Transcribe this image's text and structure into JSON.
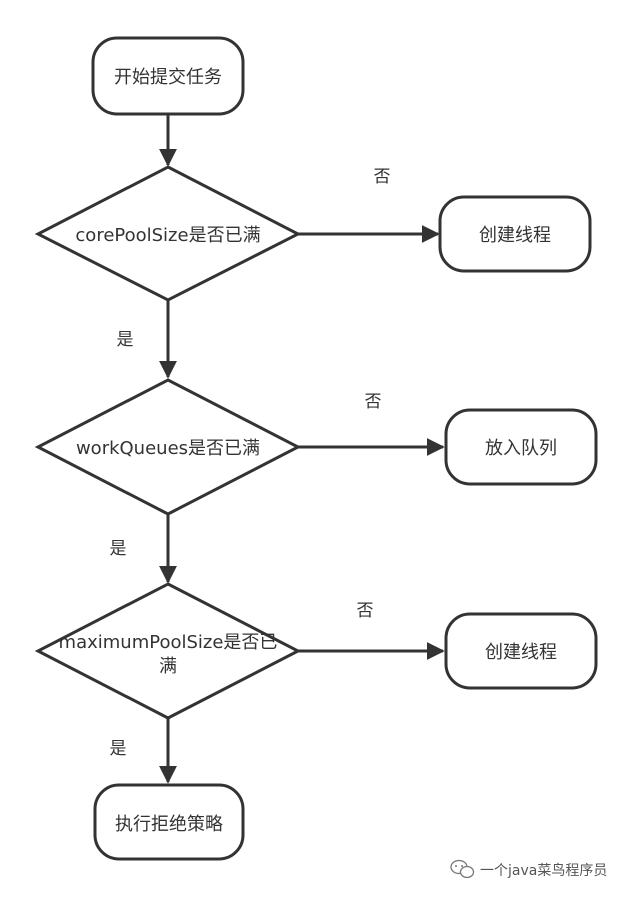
{
  "flowchart": {
    "start": "开始提交任务",
    "decision_core": "corePoolSize是否已满",
    "decision_queue": "workQueues是否已满",
    "decision_max_line1": "maximumPoolSize是否已",
    "decision_max_line2": "满",
    "create_thread_1": "创建线程",
    "enqueue": "放入队列",
    "create_thread_2": "创建线程",
    "reject": "执行拒绝策略",
    "label_no": "否",
    "label_yes": "是"
  },
  "watermark": {
    "text": "一个java菜鸟程序员",
    "icon": "wechat-icon"
  }
}
